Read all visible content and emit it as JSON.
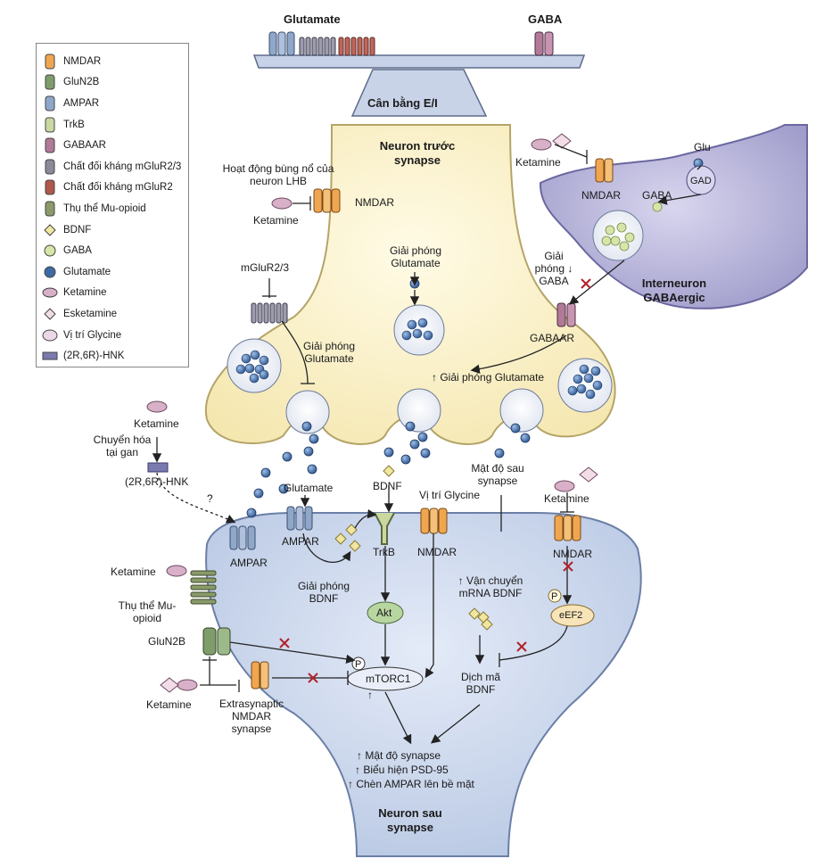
{
  "top": {
    "glutamate_label": "Glutamate",
    "gaba_label": "GABA",
    "balance_label": "Cân bằng E/I"
  },
  "legend": [
    {
      "icon": "nmdar-icon",
      "label": "NMDAR",
      "color": "#f0a650"
    },
    {
      "icon": "glun2b-icon",
      "label": "GluN2B",
      "color": "#7e9d6b"
    },
    {
      "icon": "ampar-icon",
      "label": "AMPAR",
      "color": "#8fa7c8"
    },
    {
      "icon": "trkb-icon",
      "label": "TrkB",
      "color": "#c8d8a0"
    },
    {
      "icon": "gabaar-icon",
      "label": "GABAAR",
      "color": "#b07a98"
    },
    {
      "icon": "mglur23-antagonist-icon",
      "label": "Chất đối kháng mGluR2/3",
      "color": "#8a8a99"
    },
    {
      "icon": "mglur2-antagonist-icon",
      "label": "Chất đối kháng mGluR2",
      "color": "#b0584a"
    },
    {
      "icon": "mu-opioid-icon",
      "label": "Thụ thể Mu-opioid",
      "color": "#8a9a6a"
    },
    {
      "icon": "bdnf-icon",
      "label": "BDNF",
      "color": "#f0e6a0"
    },
    {
      "icon": "gaba-icon",
      "label": "GABA",
      "color": "#d6e6a8"
    },
    {
      "icon": "glutamate-icon",
      "label": "Glutamate",
      "color": "#3f6aa6"
    },
    {
      "icon": "ketamine-icon",
      "label": "Ketamine",
      "color": "#d8b0c8"
    },
    {
      "icon": "esketamine-icon",
      "label": "Esketamine",
      "color": "#f2dde6"
    },
    {
      "icon": "glycine-site-icon",
      "label": "Vị trí Glycine",
      "color": "#ead8e6"
    },
    {
      "icon": "hnk-icon",
      "label": "(2R,6R)-HNK",
      "color": "#7a7ab0"
    }
  ],
  "presynaptic": {
    "title": "Neuron trước synapse",
    "burst_label": "Hoạt động bùng nổ của neuron LHB",
    "ketamine": "Ketamine",
    "nmdar": "NMDAR",
    "mglur": "mGluR2/3",
    "glu_release_center": "Giải phóng Glutamate",
    "glu_release_left": "Giải phóng Glutamate",
    "gabaar": "GABAAR",
    "glu_release_up": "↑ Giải phóng Glutamate"
  },
  "interneuron": {
    "title": "Interneuron GABAergic",
    "ketamine": "Ketamine",
    "nmdar": "NMDAR",
    "gaba": "GABA",
    "glu": "Glu",
    "gad": "GAD",
    "gaba_release": "Giải phóng ↓ GABA"
  },
  "left": {
    "ketamine": "Ketamine",
    "liver": "Chuyển hóa tại gan",
    "hnk": "(2R,6R)-HNK",
    "question": "?"
  },
  "postsynaptic": {
    "title": "Neuron sau synapse",
    "glutamate": "Glutamate",
    "ampar_outer": "AMPAR",
    "ampar_inner": "AMPAR",
    "bdnf": "BDNF",
    "trkb": "TrkB",
    "glycine_site": "Vị trí Glycine",
    "nmdar": "NMDAR",
    "psd": "Mật độ sau synapse",
    "ketamine_right": "Ketamine",
    "nmdar_right": "NMDAR",
    "ketamine_mu": "Ketamine",
    "mu_receptor": "Thụ thể Mu-opioid",
    "bdnf_release": "Giải phóng BDNF",
    "akt": "Akt",
    "mrna": "↑ Vận chuyển mRNA BDNF",
    "eef2": "eEF2",
    "p1": "P",
    "p2": "P",
    "glun2b": "GluN2B",
    "mtorc1": "mTORC1",
    "translation": "Dịch mã BDNF",
    "ketamine_bottom": "Ketamine",
    "extrasynaptic": "Extrasynaptic NMDAR synapse",
    "outcome1": "↑ Mật độ synapse",
    "outcome2": "↑ Biểu hiện PSD-95",
    "outcome3": "↑ Chèn AMPAR lên bề mặt",
    "up_arrow": "↑"
  }
}
